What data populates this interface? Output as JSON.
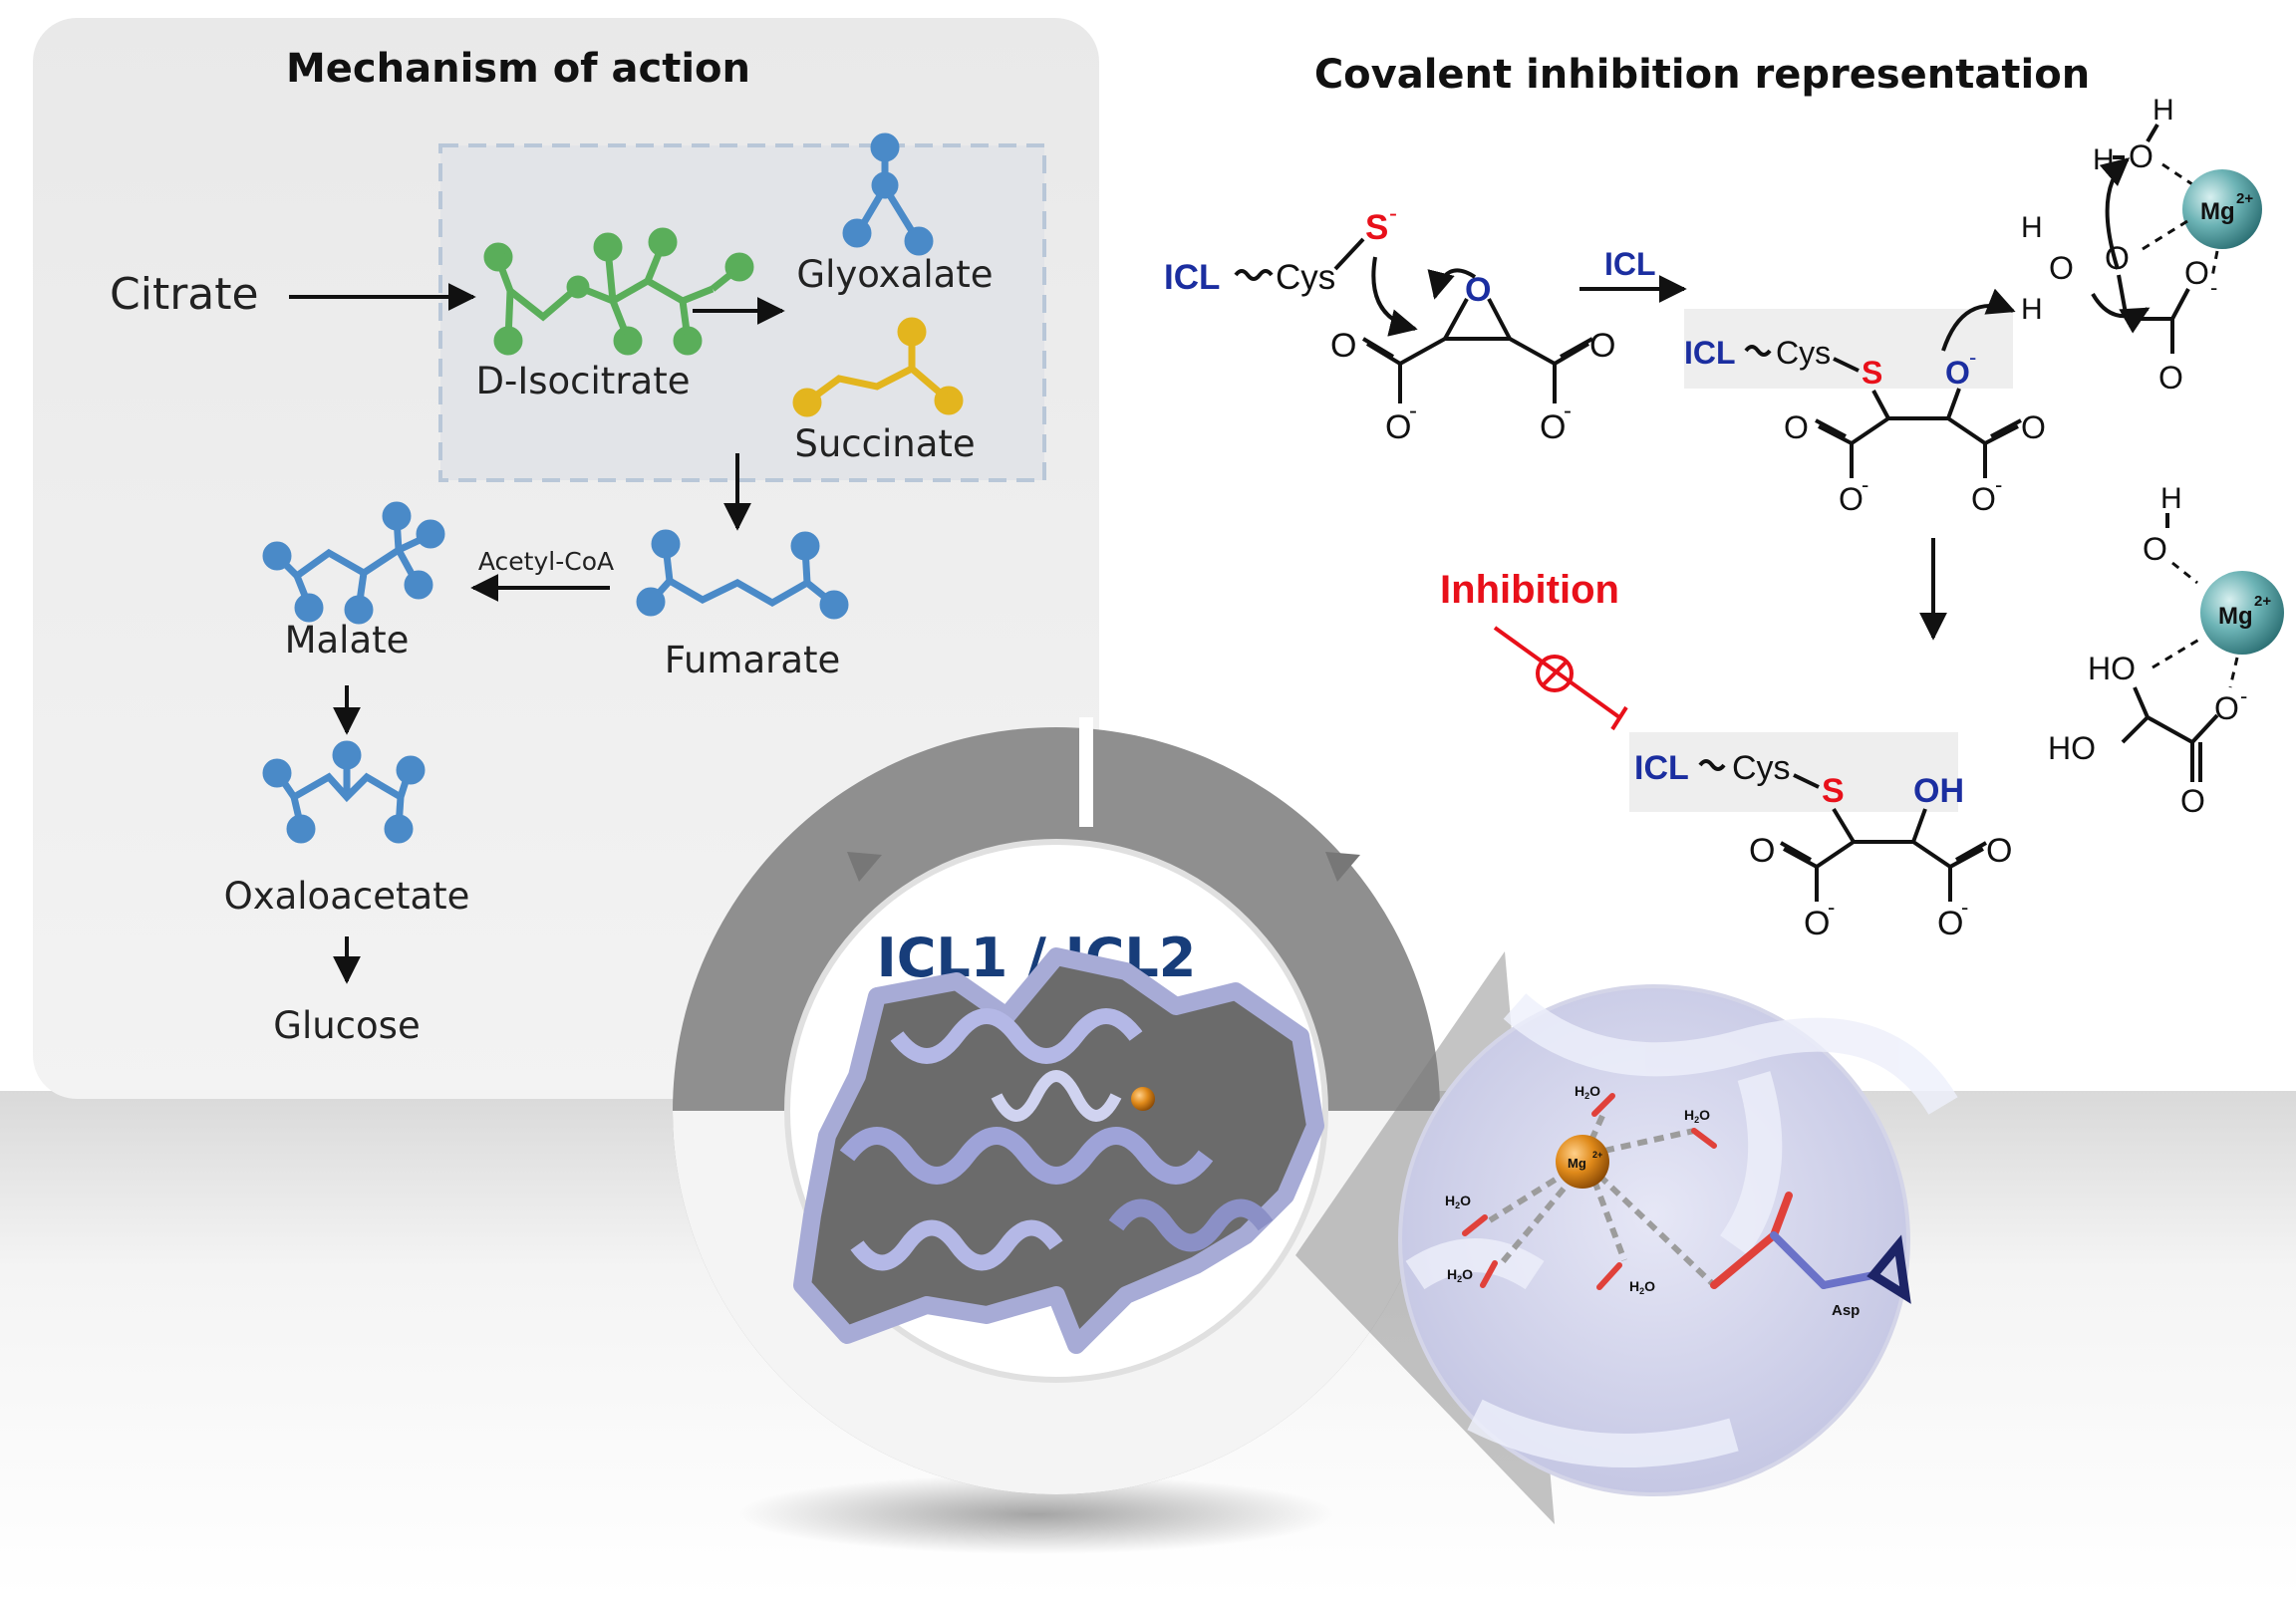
{
  "mechanism": {
    "title": "Mechanism of action",
    "citrate": "Citrate",
    "isocitrate": "D-Isocitrate",
    "glyoxalate": "Glyoxalate",
    "succinate": "Succinate",
    "fumarate": "Fumarate",
    "acetyl_coa": "Acetyl-CoA",
    "malate": "Malate",
    "oxaloacetate": "Oxaloacetate",
    "glucose": "Glucose"
  },
  "covalent": {
    "title": "Covalent inhibition representation",
    "icl": "ICL",
    "cys": "Cys",
    "s_minus": "S",
    "s": "S",
    "o": "O",
    "o_minus": "O",
    "oh": "OH",
    "ho": "HO",
    "h": "H",
    "mg": "Mg",
    "charge_2plus": "2+",
    "minus": "-",
    "arrow_label": "ICL",
    "inhibition": "Inhibition"
  },
  "enzyme": {
    "label": "ICL1 / ICL2"
  },
  "active_site": {
    "h2o": "H",
    "h2o_sub": "2",
    "h2o_o": "O",
    "mg": "Mg",
    "mg_charge": "2+",
    "asp": "Asp"
  },
  "colors": {
    "isocitrate": "#5aae5a",
    "succinate": "#e3b51e",
    "metabolite_blue": "#4a8ac8",
    "icl_blue": "#1b2ea0",
    "inhibition_red": "#e8101a",
    "enzyme_label": "#173d7a",
    "mg_sphere": "#4f9aa0",
    "mg_active": "#e08a1a"
  }
}
